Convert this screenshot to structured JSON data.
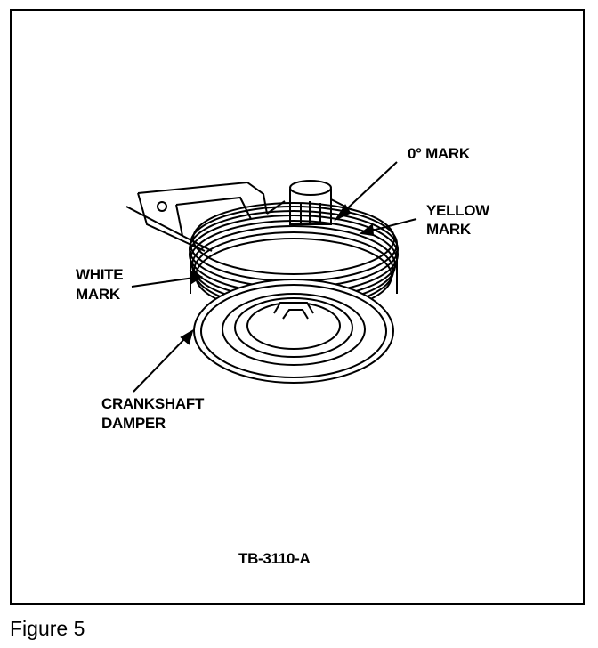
{
  "labels": {
    "zero_mark": "0° MARK",
    "yellow_mark_line1": "YELLOW",
    "yellow_mark_line2": "MARK",
    "white_mark_line1": "WHITE",
    "white_mark_line2": "MARK",
    "crankshaft_line1": "CRANKSHAFT",
    "crankshaft_line2": "DAMPER",
    "drawing_id": "TB-3110-A"
  },
  "caption": "Figure 5"
}
